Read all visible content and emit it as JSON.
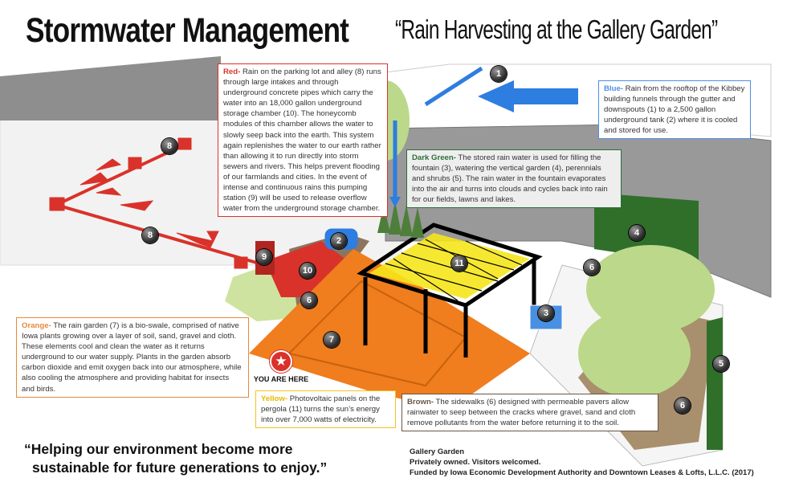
{
  "header": {
    "title": "Stormwater Management",
    "subtitle": "“Rain Harvesting at the Gallery Garden”"
  },
  "callouts": {
    "red": {
      "label": "Red-",
      "text": " Rain on the parking lot and alley (8) runs through large intakes and through underground concrete pipes which carry the water into an 18,000 gallon underground storage chamber (10).  The honeycomb modules of this chamber allows the water to slowly seep back into the earth.  This system again replenishes the water to our earth rather than allowing it to run directly into storm sewers and rivers.  This helps prevent flooding of our farmlands and cities.  In the event of intense and continuous rains this pumping station (9) will be used to release overflow water from the underground storage chamber."
    },
    "blue": {
      "label": "Blue-",
      "text": " Rain from the rooftop of the Kibbey building funnels through the gutter and downspouts  (1) to a 2,500 gallon underground tank (2) where it is cooled and stored for use."
    },
    "dark_green": {
      "label": "Dark Green-",
      "text": " The stored rain water is used for filling the fountain (3), watering the vertical garden (4), perennials and shrubs (5).  The rain water in the fountain evaporates into the air and turns into clouds and cycles back into rain for our fields, lawns and lakes."
    },
    "orange": {
      "label": "Orange-",
      "text": " The rain garden (7) is a bio-swale, comprised of native Iowa plants growing over a layer of soil, sand, gravel and cloth.  These elements cool and clean the water as it returns underground to our water supply.  Plants in the garden absorb carbon dioxide and emit oxygen back into our atmosphere, while also cooling the atmosphere and providing habitat for insects and birds."
    },
    "yellow": {
      "label": "Yellow-",
      "text": " Photovoltaic panels on the pergola (11) turns the sun’s energy into over 7,000 watts of electricity."
    },
    "brown": {
      "label": "Brown-",
      "text": " The sidewalks (6) designed with permeable pavers allow rainwater to seep between the cracks where gravel, sand and cloth remove pollutants from the water before returning it to the soil."
    }
  },
  "markers": [
    "1",
    "2",
    "3",
    "4",
    "5",
    "6",
    "6",
    "6",
    "7",
    "8",
    "8",
    "9",
    "10",
    "11"
  ],
  "you_are_here": "YOU ARE HERE",
  "quote": {
    "line1": "“Helping our environment become more",
    "line2": "sustainable for future generations to enjoy.”"
  },
  "credits": {
    "line1": "Gallery Garden",
    "line2": "Privately owned.  Visitors welcomed.",
    "line3": "Funded by Iowa Economic Development Authority and Downtown Leases & Lofts, L.L.C. (2017)"
  },
  "colors": {
    "red": "#d9322b",
    "blue": "#4a90e2",
    "dark_green": "#2c6e3a",
    "orange": "#f07d1e",
    "yellow": "#f5e61a",
    "brown": "#8a6d50",
    "building": "#9a9a9a"
  }
}
